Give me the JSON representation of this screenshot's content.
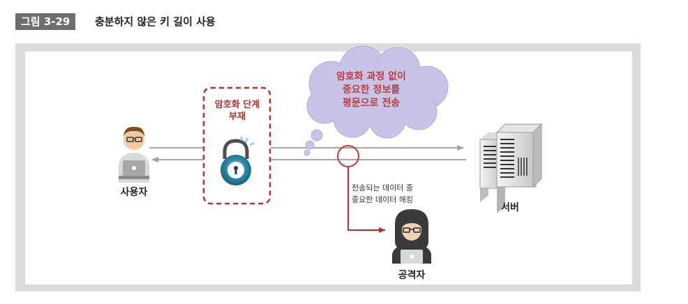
{
  "figure": {
    "label": "그림 3-29",
    "title": "충분하지 않은 키 길이 사용"
  },
  "diagram": {
    "user_label": "사용자",
    "server_label": "서버",
    "attacker_label": "공격자",
    "no_encryption": [
      "암호화 단계",
      "부재"
    ],
    "cloud_lines": [
      "암호화 과정 없이",
      "중요한 정보를",
      "평문으로 전송"
    ],
    "hacking_lines": [
      "전송되는 데이터 중",
      "중요한 데이터 해킹"
    ]
  },
  "colors": {
    "accent_red": "#b03030",
    "cloud_fill": "#c8c4e8",
    "lock_teal": "#2a8aa6",
    "arrow_gray": "#a8a8a8"
  },
  "icons": [
    "user-laptop-icon",
    "padlock-icon",
    "thought-cloud-icon",
    "server-icon",
    "hacker-icon"
  ]
}
